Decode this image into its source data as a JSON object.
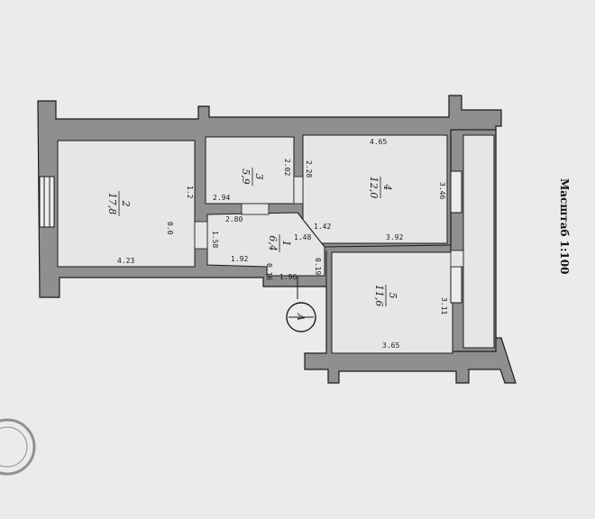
{
  "scale_label": "Масштаб 1:100",
  "orientation_mark": "А",
  "rooms": [
    {
      "id": "1",
      "number": "1",
      "area": "6,4",
      "dims": [
        "2.80",
        "1.48",
        "1.42",
        "1.58",
        "1.92",
        "0.16",
        "1.96",
        "0.19"
      ]
    },
    {
      "id": "2",
      "number": "2",
      "area": "17,8",
      "dims": [
        "4.23",
        "1.2",
        "0.0"
      ]
    },
    {
      "id": "3",
      "number": "3",
      "area": "5,9",
      "dims": [
        "2.94",
        "2.02"
      ]
    },
    {
      "id": "4",
      "number": "4",
      "area": "12,0",
      "dims": [
        "4.65",
        "3.92",
        "2.28",
        "3.46"
      ]
    },
    {
      "id": "5",
      "number": "5",
      "area": "11,6",
      "dims": [
        "3.65",
        "3.11"
      ]
    }
  ],
  "colors": {
    "wall": "#8f8f8f",
    "line": "#1a1a1a",
    "paper": "#ebebeb"
  }
}
